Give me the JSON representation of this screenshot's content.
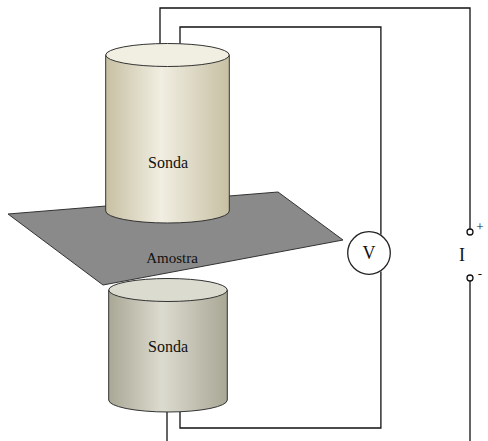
{
  "diagram": {
    "nodes": [
      {
        "text": [
          "Sonda"
        ]
      },
      {
        "text": [
          "Amostra"
        ]
      },
      {
        "text": [
          "Sonda"
        ]
      },
      {
        "text": [
          "V"
        ]
      }
    ],
    "edges": [
      {
        "from": 0,
        "to": 3,
        "arrow": "none"
      },
      {
        "from": 2,
        "to": 3,
        "arrow": "none"
      }
    ],
    "labels": [
      "+",
      "I",
      "-"
    ]
  }
}
